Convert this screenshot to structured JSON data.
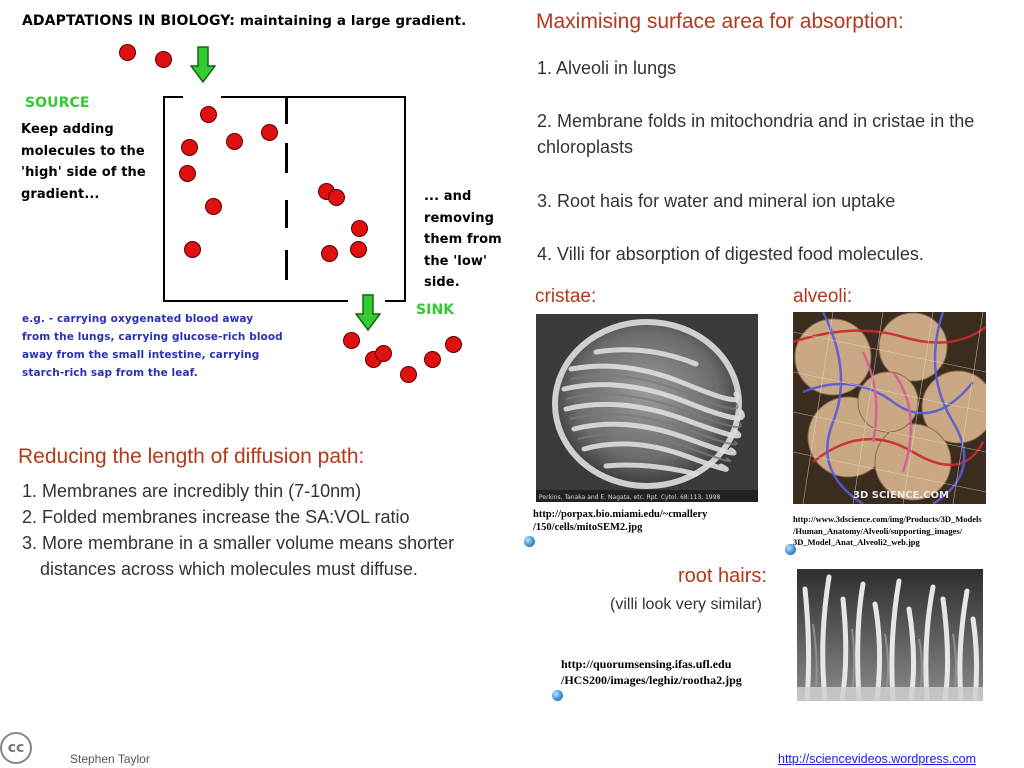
{
  "diagram": {
    "title_caps": "ADAPTATIONS IN BIOLOGY:",
    "title_rest": " maintaining a large gradient.",
    "source_label": "SOURCE",
    "source_text": "Keep adding molecules to the 'high' side of the gradient...",
    "removing_text": "... and removing them from the 'low' side.",
    "sink_label": "SINK",
    "example_text": "e.g. - carrying oxygenated blood away from the lungs, carrying glucose-rich blood away from the small intestine, carrying starch-rich sap from the leaf.",
    "colors": {
      "molecule": "#e01010",
      "arrow": "#33cc33",
      "label_green": "#34c934",
      "example_blue": "#2b2fb8"
    }
  },
  "surface_area": {
    "title": "Maximising surface area for absorption:",
    "points": [
      "1. Alveoli in lungs",
      "2. Membrane folds in mitochondria and in cristae in the chloroplasts",
      "3. Root hais for water and mineral ion uptake",
      "4. Villi for absorption of digested food molecules."
    ]
  },
  "images": {
    "cristae": {
      "label": "cristae:",
      "credit": "Perkins, Tanaka and E. Nagata, etc. Rpt. Cytol. 68:113, 1998",
      "url": "http://porpax.bio.miami.edu/~cmallery /150/cells/mitoSEM2.jpg"
    },
    "alveoli": {
      "label": "alveoli:",
      "watermark": "3D SCIENCE.COM",
      "url": "http://www.3dscience.com/img/Products/3D_Models /Human_Anatomy/Alveoli/supporting_images/ 3D_Model_Anat_Alveoli2_web.jpg"
    },
    "root_hairs": {
      "label": "root hairs:",
      "note": "(villi look very similar)",
      "url": "http://quorumsensing.ifas.ufl.edu /HCS200/images/leghiz/rootha2.jpg"
    }
  },
  "diffusion": {
    "title": "Reducing the length of diffusion path:",
    "items": [
      "1. Membranes are incredibly thin (7-10nm)",
      "2. Folded membranes increase the SA:VOL ratio",
      "3. More membrane in a smaller volume means shorter distances across which molecules must diffuse."
    ]
  },
  "footer": {
    "cc": "cc",
    "author": "Stephen Taylor",
    "link": "http://sciencevideos.wordpress.com"
  },
  "theme": {
    "heading_color": "#b03a1a",
    "body_text_color": "#333333",
    "link_color": "#1a1aee"
  }
}
